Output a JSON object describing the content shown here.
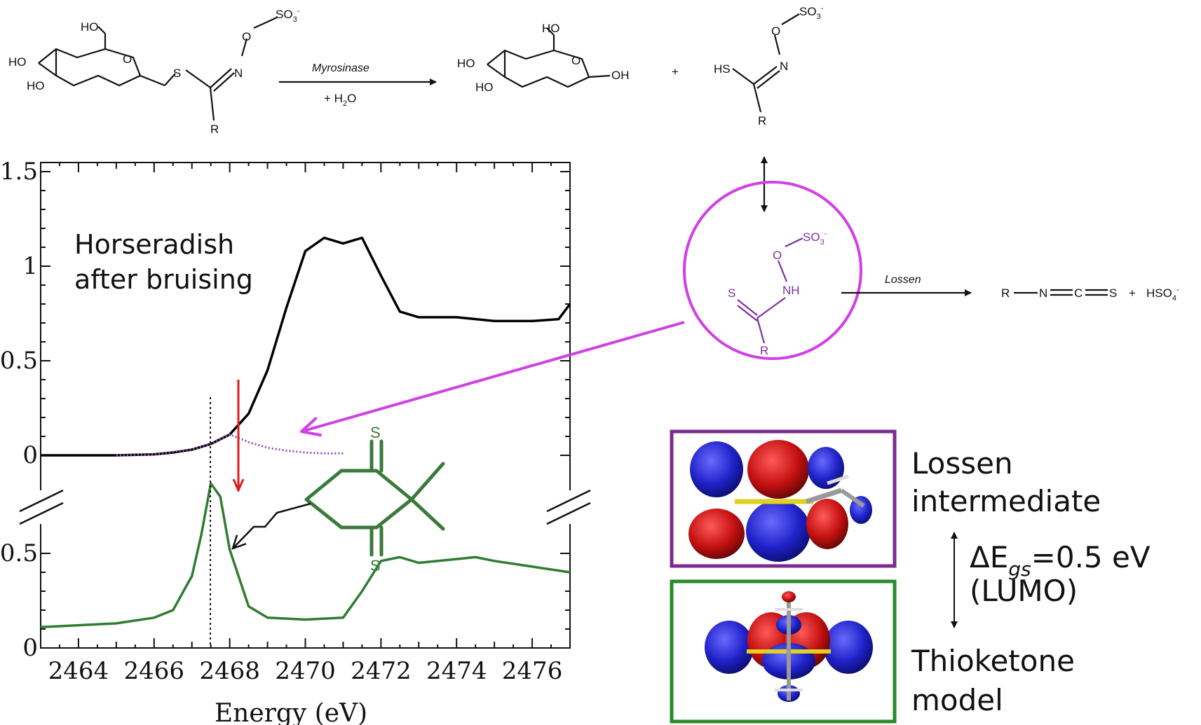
{
  "reaction": {
    "reactant_ho1": "HO",
    "reactant_ho2": "HO",
    "reactant_ho3": "HO",
    "reactant_o_ring": "O",
    "reactant_s": "S",
    "reactant_n": "N",
    "reactant_o": "O",
    "reactant_so3": "SO",
    "reactant_so3_sub": "3",
    "reactant_so3_sup": "-",
    "reactant_r": "R",
    "enzyme": "Myrosinase",
    "water": "+ H",
    "water_sub": "2",
    "water_o": "O",
    "glucose_ho1": "HO",
    "glucose_ho2": "HO",
    "glucose_ho3": "HO",
    "glucose_o_ring": "O",
    "glucose_oh": "OH",
    "plus1": "+",
    "agly_hs": "HS",
    "agly_n": "N",
    "agly_o": "O",
    "agly_so3": "SO",
    "agly_so3_sub": "3",
    "agly_so3_sup": "-",
    "agly_r": "R",
    "lossen_s": "S",
    "lossen_nh": "NH",
    "lossen_o": "O",
    "lossen_so3": "SO",
    "lossen_so3_sub": "3",
    "lossen_so3_sup": "-",
    "lossen_r": "R",
    "lossen_label": "Lossen",
    "product_r": "R",
    "product_n": "N",
    "product_c": "C",
    "product_s": "S",
    "plus2": "+",
    "hso4": "HSO",
    "hso4_sub": "4",
    "hso4_sup": "-"
  },
  "thioketone_labels": {
    "s_top": "S",
    "s_bottom": "S"
  },
  "annotation": {
    "line1": "Horseradish",
    "line2": "after bruising"
  },
  "side": {
    "lossen_line1": "Lossen",
    "lossen_line2": "intermediate",
    "delta": "ΔE",
    "delta_sub": "gs",
    "delta_value": "=0.5 eV",
    "lumo": "(LUMO)",
    "thio_line1": "Thioketone",
    "thio_line2": "model"
  },
  "chart_data": {
    "type": "line",
    "xlabel": "Energy (eV)",
    "xlim": [
      2463,
      2477
    ],
    "x_ticks": [
      2464,
      2466,
      2468,
      2470,
      2472,
      2474,
      2476
    ],
    "upper_panel": {
      "ylim": [
        0,
        1.5
      ],
      "y_ticks": [
        "0",
        "0.5",
        "1",
        "1.5"
      ],
      "series": [
        {
          "color": "#000000",
          "style": "solid",
          "x": [
            2463,
            2465,
            2466,
            2466.5,
            2467,
            2467.5,
            2468,
            2468.5,
            2469,
            2469.5,
            2470,
            2470.5,
            2471,
            2471.5,
            2472,
            2472.5,
            2473,
            2474,
            2475,
            2476,
            2476.7,
            2477
          ],
          "y": [
            0,
            0,
            0.005,
            0.015,
            0.03,
            0.06,
            0.11,
            0.22,
            0.45,
            0.78,
            1.08,
            1.15,
            1.12,
            1.15,
            0.95,
            0.76,
            0.73,
            0.73,
            0.71,
            0.71,
            0.72,
            0.8
          ]
        },
        {
          "color": "#8a4fb0",
          "style": "dotted",
          "x": [
            2465,
            2466,
            2467,
            2467.5,
            2468,
            2468.5,
            2469,
            2469.5,
            2470,
            2470.5,
            2471
          ],
          "y": [
            0,
            0.005,
            0.03,
            0.06,
            0.11,
            0.07,
            0.04,
            0.025,
            0.015,
            0.01,
            0.01
          ]
        }
      ]
    },
    "lower_panel": {
      "ylim": [
        0,
        0.5
      ],
      "y_ticks": [
        "0",
        "0.5"
      ],
      "series": [
        {
          "color": "#2e7d32",
          "style": "solid",
          "x": [
            2463,
            2464,
            2465,
            2466,
            2466.5,
            2467,
            2467.25,
            2467.5,
            2467.75,
            2468,
            2468.5,
            2469,
            2470,
            2471,
            2471.5,
            2472,
            2472.5,
            2473,
            2474,
            2474.5,
            2475,
            2476,
            2477
          ],
          "y": [
            0.11,
            0.12,
            0.13,
            0.16,
            0.2,
            0.38,
            0.6,
            0.87,
            0.8,
            0.52,
            0.22,
            0.16,
            0.15,
            0.16,
            0.3,
            0.46,
            0.48,
            0.45,
            0.47,
            0.48,
            0.46,
            0.43,
            0.4
          ]
        }
      ]
    }
  }
}
